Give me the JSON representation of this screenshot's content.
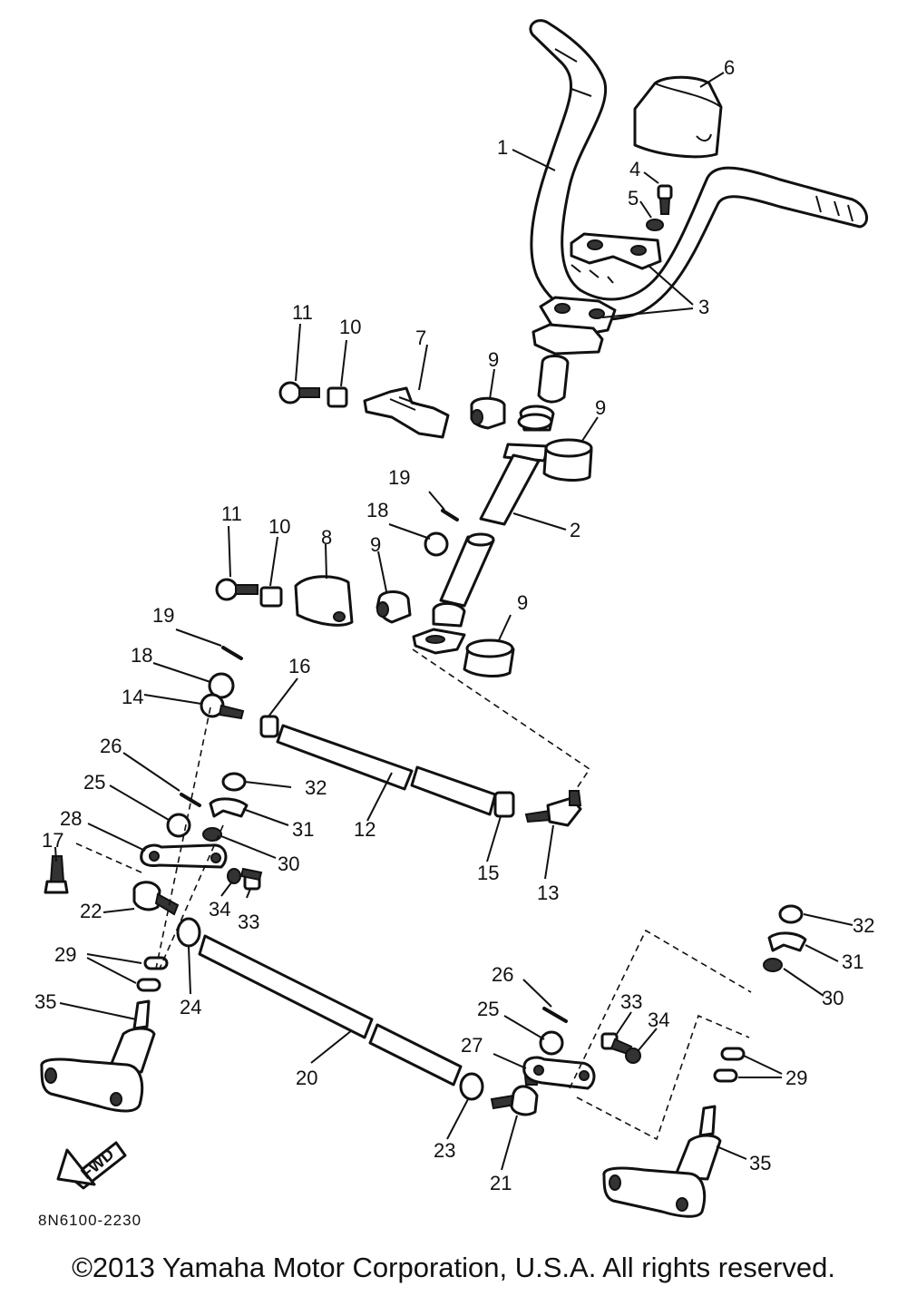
{
  "callouts": [
    {
      "text": "1"
    },
    {
      "text": "2"
    },
    {
      "text": "3"
    },
    {
      "text": "4"
    },
    {
      "text": "5"
    },
    {
      "text": "6"
    },
    {
      "text": "7"
    },
    {
      "text": "8"
    },
    {
      "text": "9"
    },
    {
      "text": "9"
    },
    {
      "text": "9"
    },
    {
      "text": "9"
    },
    {
      "text": "10"
    },
    {
      "text": "10"
    },
    {
      "text": "11"
    },
    {
      "text": "11"
    },
    {
      "text": "12"
    },
    {
      "text": "13"
    },
    {
      "text": "14"
    },
    {
      "text": "15"
    },
    {
      "text": "16"
    },
    {
      "text": "17"
    },
    {
      "text": "18"
    },
    {
      "text": "18"
    },
    {
      "text": "19"
    },
    {
      "text": "19"
    },
    {
      "text": "20"
    },
    {
      "text": "21"
    },
    {
      "text": "22"
    },
    {
      "text": "23"
    },
    {
      "text": "24"
    },
    {
      "text": "25"
    },
    {
      "text": "25"
    },
    {
      "text": "26"
    },
    {
      "text": "26"
    },
    {
      "text": "27"
    },
    {
      "text": "28"
    },
    {
      "text": "29"
    },
    {
      "text": "29"
    },
    {
      "text": "30"
    },
    {
      "text": "30"
    },
    {
      "text": "31"
    },
    {
      "text": "31"
    },
    {
      "text": "32"
    },
    {
      "text": "32"
    },
    {
      "text": "33"
    },
    {
      "text": "33"
    },
    {
      "text": "34"
    },
    {
      "text": "34"
    },
    {
      "text": "35"
    },
    {
      "text": "35"
    }
  ],
  "fwd_label": "FWD",
  "part_number": "8N6100-2230",
  "copyright": "©2013 Yamaha Motor Corporation, U.S.A. All rights reserved."
}
